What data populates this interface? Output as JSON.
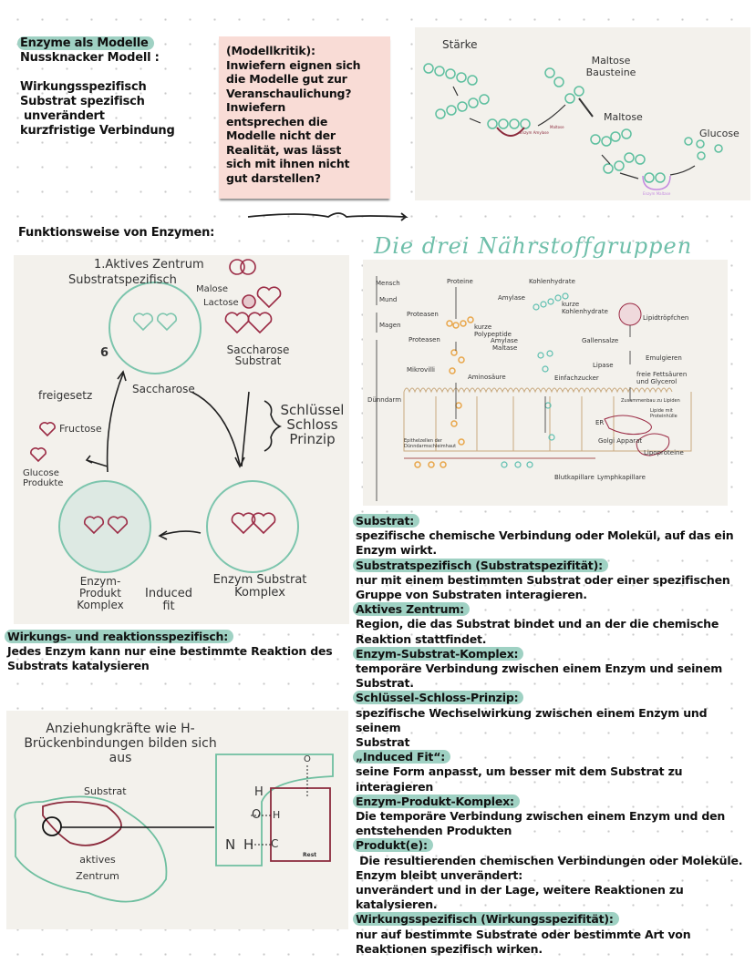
{
  "intro": {
    "title": "Enzyme als Modelle",
    "subtitle": "Nussknacker Modell :",
    "items": [
      "Wirkungsspezifisch",
      "Substrat spezifisch",
      "unverändert",
      "kurzfristige Verbindung"
    ]
  },
  "critique_note": {
    "lines": [
      "(Modellkritik):",
      "Inwiefern eignen sich",
      "die Modelle gut zur",
      "Veranschaulichung?",
      "Inwiefern",
      "entsprechen die",
      "Modelle nicht der",
      "Realität, was lässt",
      "sich mit ihnen nicht",
      "gut darstellen?"
    ]
  },
  "starch_diagram": {
    "labels": {
      "staerke": "Stärke",
      "maltose_bausteine": "Maltose Bausteine",
      "maltose": "Maltose",
      "glucose": "Glucose",
      "enzym_amylase": "Enzym Amylase",
      "maltase": "Maltose",
      "enzym_maltase": "Enzym Maltase"
    },
    "colors": {
      "molecule": "#5dbf9f",
      "enzyme1": "#8b2a3c",
      "enzyme2": "#c58be0"
    }
  },
  "section_heading": "Funktionsweise von Enzymen:",
  "nutrient_heading": "Die drei Nährstoffgruppen",
  "cycle_diagram": {
    "labels": {
      "active_center": "1.Aktives Zentrum",
      "substrate_specific": "Substratspezifisch",
      "malose": "Malose",
      "lactose": "Lactose",
      "saccharose_substrat": "Saccharose Substrat",
      "saccharose": "Saccharose",
      "freigesetzt": "freigesetz",
      "fructose": "Fructose",
      "glucose_produkte": "Glucose Produkte",
      "key_lock": "Schlüssel Schloss Prinzip",
      "enzym_produkt": "Enzym- Produkt Komplex",
      "induced_fit": "Induced fit",
      "enzym_substrat": "Enzym Substrat Komplex",
      "step_number": "6"
    },
    "colors": {
      "enzyme": "#7cc5ad",
      "substrate": "#9b2b45"
    }
  },
  "specificity": {
    "heading": "Wirkungs- und reaktionsspezifisch:",
    "text": "Jedes Enzym kann nur eine bestimmte Reaktion des Substrats katalysieren"
  },
  "digestion_diagram": {
    "labels": [
      "Mensch",
      "Mund",
      "Magen",
      "Dünndarm",
      "Proteine",
      "Proteasen",
      "Proteasen",
      "kurze Polypeptide",
      "Amylase",
      "Maltase",
      "Aminosäure",
      "Mikrovilli",
      "Kohlenhydrate",
      "Amylase",
      "kurze Kohlenhydrate",
      "Einfachzucker",
      "Lipidtröpfchen",
      "Gallensalze",
      "Emulgieren",
      "Lipase",
      "freie Fettsäuren und Glycerol",
      "Zusammenbau zu Lipiden",
      "Lipide mit Proteinhülle",
      "ER",
      "Golgi Apparat",
      "Lipoproteine",
      "Epithelzellen der Dünndarmschleimhaut",
      "Blutkapillare",
      "Lymphkapillare"
    ]
  },
  "hbond_diagram": {
    "title": "Anziehungkräfte wie H-Brückenbindungen bilden sich aus",
    "substrat": "Substrat",
    "active_center": "aktives Zentrum",
    "atoms": {
      "h": "H",
      "o": "O",
      "n": "N",
      "c": "C",
      "rest": "Rest"
    }
  },
  "definitions": [
    {
      "term": "Substrat:",
      "text": [
        "spezifische chemische Verbindung oder Molekül, auf das ein",
        "Enzym wirkt."
      ]
    },
    {
      "term": "Substratspezifisch (Substratspezifität):",
      "text": [
        "nur mit einem bestimmten Substrat oder einer spezifischen",
        "Gruppe von Substraten interagieren."
      ]
    },
    {
      "term": "Aktives Zentrum:",
      "text": [
        "Region, die das Substrat bindet und an der die chemische",
        "Reaktion stattfindet."
      ]
    },
    {
      "term": "Enzym-Substrat-Komplex:",
      "text": [
        "temporäre Verbindung zwischen einem Enzym und seinem",
        "Substrat."
      ]
    },
    {
      "term": "Schlüssel-Schloss-Prinzip:",
      "text": [
        "spezifische Wechselwirkung zwischen einem Enzym und seinem",
        "Substrat"
      ]
    },
    {
      "term": "„Induced Fit“:",
      "text": [
        "seine Form anpasst, um besser mit dem Substrat zu",
        "interagieren"
      ]
    },
    {
      "term": "Enzym-Produkt-Komplex:",
      "text": [
        "Die temporäre Verbindung zwischen einem Enzym und den",
        "entstehenden Produkten"
      ]
    },
    {
      "term": "Produkt(e):",
      "text": [
        " Die resultierenden chemischen Verbindungen oder Moleküle.",
        "Enzym bleibt unverändert:",
        "unverändert und in der Lage, weitere Reaktionen zu",
        "katalysieren."
      ]
    },
    {
      "term": "Wirkungsspezifisch (Wirkungsspezifität):",
      "text": [
        "nur auf bestimmte Substrate oder bestimmte Art von",
        "Reaktionen spezifisch wirken."
      ]
    }
  ],
  "colors": {
    "highlight": "#9fd1c3",
    "note": "#f9dcd6",
    "panel": "#f3f1ec",
    "accent": "#6fbfaa"
  }
}
